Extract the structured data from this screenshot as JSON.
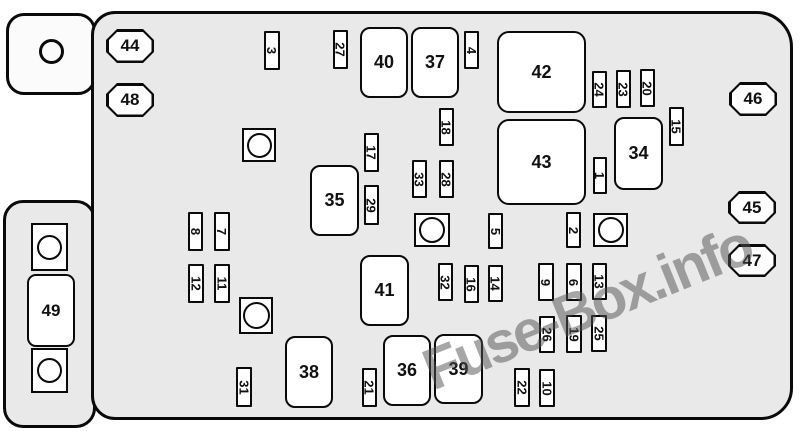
{
  "watermark": {
    "text": "Fuse-Box.info"
  },
  "colors": {
    "panel_fill": "#e9e9e9",
    "line": "#0a0a0a",
    "box_fill": "#ffffff",
    "watermark_gray": "#8c8c8c"
  },
  "relays": [
    {
      "label": "40"
    },
    {
      "label": "37"
    },
    {
      "label": "42"
    },
    {
      "label": "43"
    },
    {
      "label": "34"
    },
    {
      "label": "35"
    },
    {
      "label": "41"
    },
    {
      "label": "38"
    },
    {
      "label": "36"
    },
    {
      "label": "39"
    }
  ],
  "corner_fuses": [
    {
      "label": "44"
    },
    {
      "label": "48"
    },
    {
      "label": "46"
    },
    {
      "label": "45"
    },
    {
      "label": "47"
    }
  ],
  "maxi_fuse": {
    "label": "49"
  },
  "small_fuses": [
    "3",
    "27",
    "4",
    "24",
    "23",
    "20",
    "15",
    "18",
    "17",
    "1",
    "33",
    "28",
    "29",
    "8",
    "7",
    "5",
    "2",
    "12",
    "11",
    "32",
    "16",
    "14",
    "9",
    "6",
    "13",
    "26",
    "19",
    "25",
    "31",
    "21",
    "22",
    "10"
  ]
}
